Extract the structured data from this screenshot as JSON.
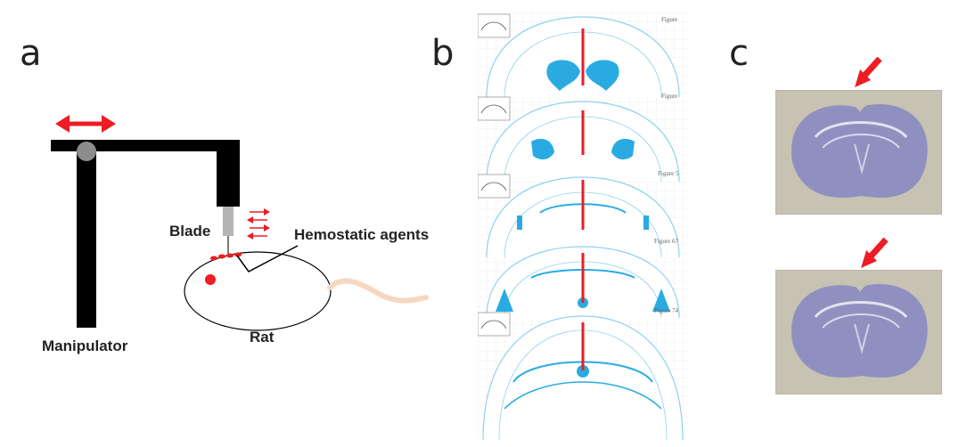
{
  "panels": {
    "a": {
      "letter": "a",
      "labels": {
        "blade": "Blade",
        "hemostatic": "Hemostatic agents",
        "manipulator": "Manipulator",
        "rat": "Rat"
      }
    },
    "b": {
      "letter": "b",
      "figure_labels": [
        "Figure",
        "Figure",
        "Figure 5",
        "Figure 67",
        "Figure 74"
      ]
    },
    "c": {
      "letter": "c"
    }
  },
  "colors": {
    "arrow_red": "#ee1c24",
    "manipulator_black": "#000000",
    "atlas_blue": "#29abe2",
    "atlas_line": "#8fd0f0",
    "stain_purple": "#7d7fc4",
    "photo_bg": "#c7c3b3",
    "tail": "#f6d7c0"
  }
}
